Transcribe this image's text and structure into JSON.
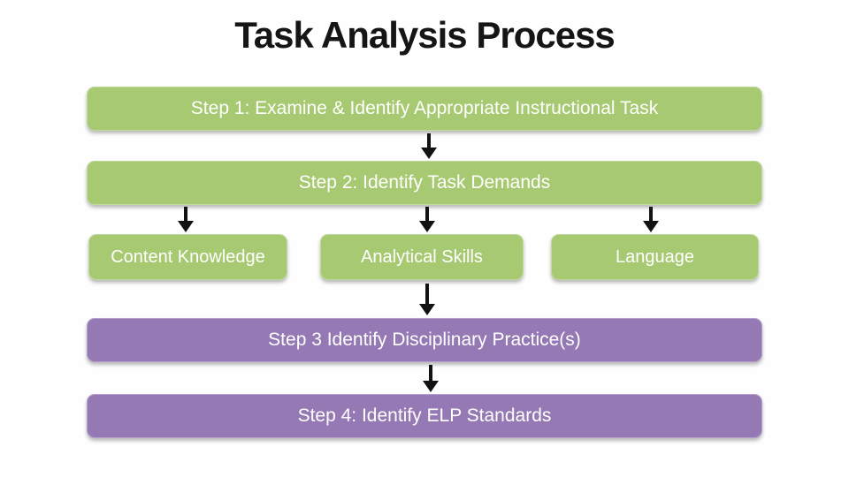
{
  "title": "Task Analysis Process",
  "colors": {
    "green": "#a7c971",
    "purple": "#9579b4",
    "box_text": "#ffffff",
    "title_text": "#151515",
    "arrow": "#121212"
  },
  "flow": {
    "step1": "Step 1: Examine & Identify Appropriate Instructional Task",
    "step2": "Step 2: Identify Task Demands",
    "demands": [
      "Content Knowledge",
      "Analytical Skills",
      "Language"
    ],
    "step3": "Step 3 Identify Disciplinary Practice(s)",
    "step4": "Step 4: Identify ELP Standards"
  }
}
